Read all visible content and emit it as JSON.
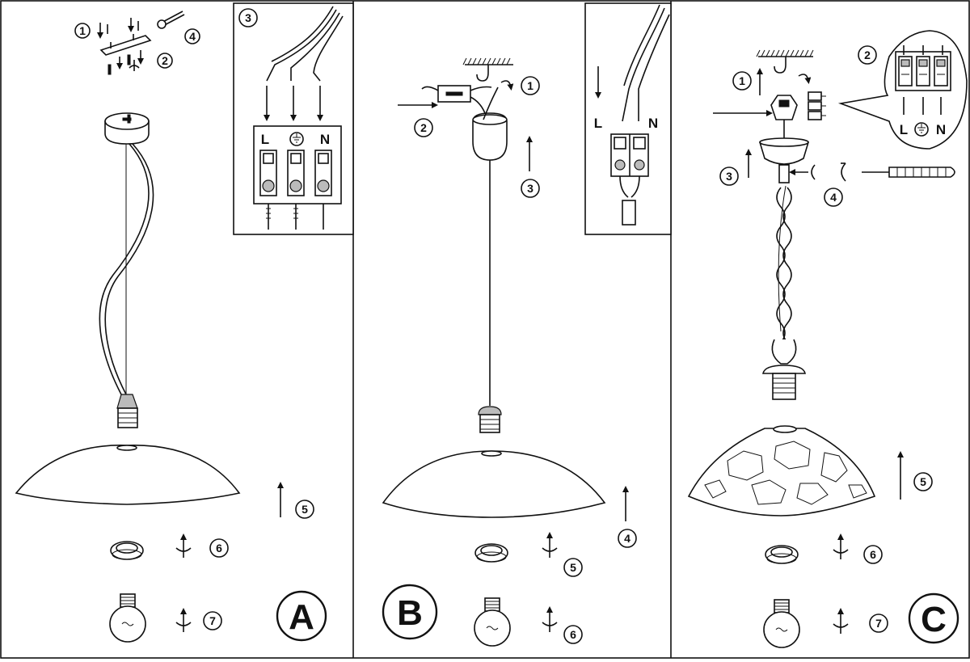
{
  "panels": [
    {
      "id": "A",
      "letter": "A",
      "steps": [
        "1",
        "2",
        "4",
        "5",
        "6",
        "7"
      ],
      "detail": {
        "step": "3",
        "terminals": [
          "L",
          "N"
        ]
      }
    },
    {
      "id": "B",
      "letter": "B",
      "steps": [
        "1",
        "2",
        "3",
        "4",
        "5",
        "6"
      ],
      "detail": {
        "terminals": [
          "L",
          "N"
        ]
      }
    },
    {
      "id": "C",
      "letter": "C",
      "steps": [
        "1",
        "3",
        "4",
        "5",
        "6",
        "7"
      ],
      "detail": {
        "step": "2",
        "terminals": [
          "L",
          "N"
        ]
      }
    }
  ],
  "icons": [
    "ground-symbol-icon",
    "rotate-arrow-icon",
    "screwdriver-icon",
    "light-bulb-icon",
    "ceiling-hook-icon"
  ]
}
